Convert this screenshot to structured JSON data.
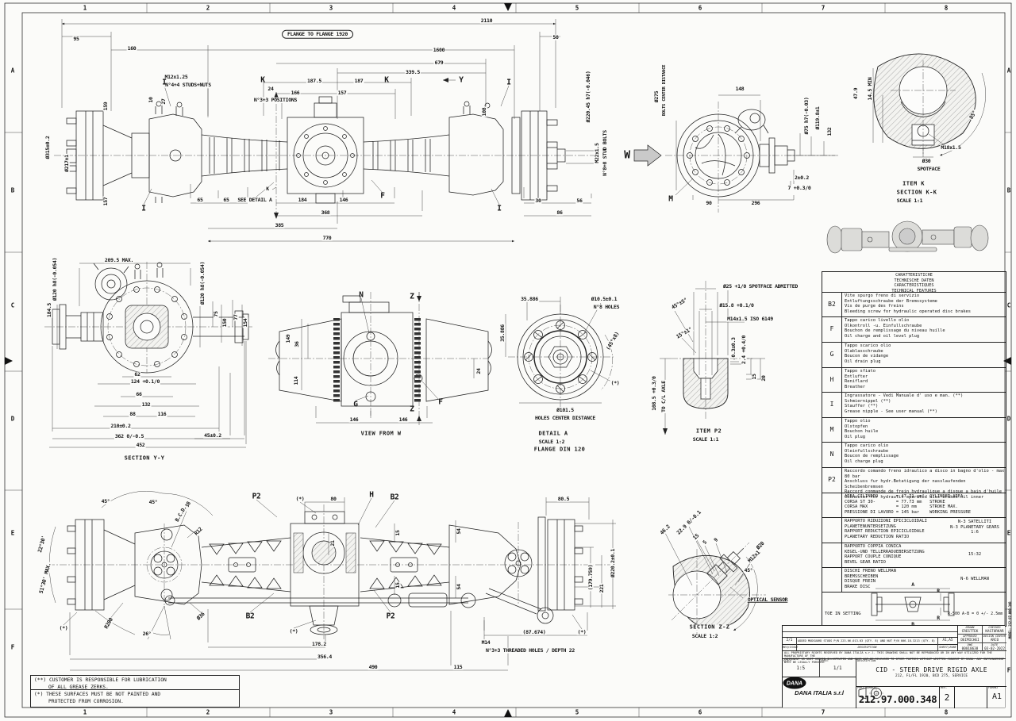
{
  "grid": {
    "cols": [
      "1",
      "2",
      "3",
      "4",
      "5",
      "6",
      "7",
      "8"
    ],
    "rows": [
      "A",
      "B",
      "C",
      "D",
      "E",
      "F"
    ]
  },
  "front": {
    "d2110": "2110",
    "flange_note": "FLANGE TO FLANGE 1920",
    "d95": "95",
    "d50": "50",
    "d160": "160",
    "d1600": "1600",
    "d679": "679",
    "d339_5": "339.5",
    "m12": "M12x1.25",
    "m12b": "N°4+4 STUDS+NUTS",
    "d187_5": "187.5",
    "d187": "187",
    "d166": "166",
    "d157": "157",
    "d24": "24",
    "pos33": "N°3+3 POSITIONS",
    "d10": "10",
    "d27": "27",
    "d159": "159",
    "dia315": "Ø315±0.2",
    "dia217": "Ø217±1",
    "d157b": "157",
    "k1": "K",
    "k2": "K",
    "k3": "K",
    "i1": "I",
    "i2": "I",
    "i3": "I",
    "i4": "I",
    "y1": "Y",
    "f1": "F",
    "d108": "108",
    "see_detail": "SEE DETAIL A",
    "d65a": "65",
    "d65b": "65",
    "d184": "184",
    "d146": "146",
    "d368": "368",
    "d385": "385",
    "d770": "770",
    "d30": "30",
    "d56": "56",
    "d86": "86",
    "dia220": "Ø220.45 h7(-0.046)",
    "m22": "M22x1.5",
    "m22b": "N°8+8 STUD BOLTS"
  },
  "wview": {
    "w": "W",
    "dia275": "Ø275",
    "bcd": "BOLTS CENTER DISTANCE",
    "d148": "148",
    "dia75": "Ø75 h7(-0.03)",
    "dia119": "Ø119.8±1",
    "d132": "132",
    "d2": "2±0.2",
    "d7": "7 +0.3/0",
    "m": "M",
    "d90": "90",
    "d296": "296"
  },
  "itemk": {
    "d47_9": "47.9",
    "d14_5": "14.5 MIN",
    "a85": "85°",
    "m18": "M18x1.5",
    "dia30": "Ø30",
    "spotface": "SPOTFACE",
    "title": "ITEM K",
    "section": "SECTION K-K",
    "scale": "SCALE 1:1"
  },
  "yy": {
    "d209": "209.5 MAX.",
    "dia120l": "Ø120 h8(-0.054)",
    "dia120r": "Ø120 h8(-0.054)",
    "d184_5": "184.5",
    "d75": "75",
    "d150": "150",
    "d77": "77",
    "d154": "154",
    "d62": "62",
    "d124": "124 +0.1/0",
    "d66": "66",
    "d132": "132",
    "d88": "88",
    "d116": "116",
    "d210": "210±0.2",
    "d362": "362 0/-0.5",
    "d45": "45±0.2",
    "d452": "452",
    "caption": "SECTION Y-Y"
  },
  "vfw": {
    "n": "N",
    "z1": "Z",
    "z2": "Z",
    "d149": "149",
    "d36": "36",
    "d114": "114",
    "d24": "24",
    "g": "G",
    "f": "F",
    "d146a": "146",
    "d146b": "146",
    "caption": "VIEW FROM W"
  },
  "da": {
    "d35a": "35.886",
    "dia10_5": "Ø10.5±0.1",
    "holes8": "N°8 HOLES",
    "d35b": "35.886",
    "a45x8": "(45°x8)",
    "star": "(*)",
    "dia101": "Ø101.5",
    "hcd": "HOLES CENTER DISTANCE",
    "title": "DETAIL A",
    "scale": "SCALE 1:2",
    "flange": "FLANGE DIN 120"
  },
  "p2i": {
    "spotface": "Ø25 +1/0 SPOTFACE ADMITTED",
    "a45": "45°±5°",
    "dia15_8": "Ø15.8 +0.1/0",
    "m14": "M14x1.5 ISO 6149",
    "a15": "15°±1°",
    "d03": "0.3±0.3",
    "d24": "2.4 +0.4/0",
    "d15": "15",
    "d20": "20",
    "d108": "108.5 +0.3/0",
    "tocl": "TO C/L AXLE",
    "title": "ITEM P2",
    "scale": "SCALE 1:1"
  },
  "plan": {
    "a45a": "45°",
    "a45b": "45°",
    "dia88": "Ø88",
    "bcd": "B.C.D.",
    "r12": "R12",
    "a2230": "22°30'",
    "a5130": "51°30' MAX.",
    "r200": "R200",
    "a26": "26°",
    "star1": "(*)",
    "dia36": "Ø36",
    "p2a": "P2",
    "b2a": "B2",
    "b2b": "B2",
    "p2b": "P2",
    "star2": "(*)",
    "d80": "80",
    "h": "H",
    "d21": "21",
    "d15a": "15",
    "d54a": "54",
    "d15b": "15",
    "d54b": "54",
    "star3": "(*)",
    "d178": "178.2",
    "d356": "356.4",
    "d490": "490",
    "d115": "115",
    "m14": "M14",
    "m14b": "N°3+3 THREADED HOLES / DEPTH 22",
    "d87": "(87.674)",
    "star4": "(*)",
    "d80_5": "80.5",
    "dia220": "Ø220.2±0.1",
    "d179": "(179.759)",
    "d221": "221"
  },
  "zz": {
    "d46": "46.2",
    "d22_9": "22.9 0/-0.1",
    "d15": "15",
    "d5": "5",
    "d9": "9",
    "dia20": "Ø20",
    "m12": "M12x1",
    "a45": "45°",
    "sensor": "OPTICAL SENSOR",
    "caption": "SECTION Z-Z",
    "scale": "SCALE 1:2"
  },
  "features": {
    "header": [
      "CARATTERISTICHE",
      "TECHNISCHE DATEN",
      "CARACTERISTIQUES",
      "TECHNICAL FEATURES"
    ],
    "rows": [
      {
        "code": "B2",
        "l1": "Vite spurgo freno di servizio",
        "l2": "Entluftungsschraube der Bremssysteme",
        "l3": "Vis de purge des freins",
        "l4": "Bleeding screw for hydraulic operated disc brakes"
      },
      {
        "code": "F",
        "l1": "Tappo carico livello olio",
        "l2": "Olkontroll -u. Einfullschraube",
        "l3": "Bouchon de remplissage du niveau huille",
        "l4": "Oil charge and oil level plug"
      },
      {
        "code": "G",
        "l1": "Tappo scarico olio",
        "l2": "Olablasschraube",
        "l3": "Boucon de vidange",
        "l4": "Oil drain plug"
      },
      {
        "code": "H",
        "l1": "Tappo sfiato",
        "l2": "Entlufter",
        "l3": "Reniflard",
        "l4": "Breather"
      },
      {
        "code": "I",
        "l1": "Ingrassatore - Vedi Manuale d' uso e man. (**)",
        "l2": "Schmiernippel (**)",
        "l3": "Stauffer (**)",
        "l4": "Grease nipple - See user manual (**)"
      },
      {
        "code": "M",
        "l1": "Tappo olio",
        "l2": "Olstopfen",
        "l3": "Bouchon huile",
        "l4": "Oil plug"
      },
      {
        "code": "N",
        "l1": "Tappo carico olio",
        "l2": "Oleinfullschraube",
        "l3": "Boucon de remplissage",
        "l4": "Oil charge plug"
      },
      {
        "code": "P2",
        "l1": "Raccordo comando freno idraulico a disco in bagno d'olio - max 80 bar",
        "l2": "Anschluss fur hydr.Betatigung der nasslaufenden Scheibenbremsen",
        "l3": "Raccord commande de frein hydraulique a disque a bain d'huile",
        "l4": "Connector for hydraulic operated disc brakes oil inner"
      }
    ],
    "cyl": [
      "AREA CILINDRO       = 47.71 cm²  CYLINDER AREA",
      "CORSA ST 30-        = 77.73 mm   STROKE",
      "CORSA MAX           = 120 mm     STROKE MAX.",
      "PRESSIONE DI LAVORO = 145 bar    WORKING PRESSURE"
    ],
    "planetary": {
      "l1": "RAPPORTO RIDUZIONI EPICICLOIDALI",
      "l2": "PLANETENUNTERSETZUNG",
      "l3": "RAPPORT REDUCTION EPICICLOIDALE",
      "l4": "PLANETARY REDUCTION RATIO",
      "v1": "N-3 SATELLITI",
      "v2": "N-3 PLANETARY GEARS",
      "v3": "1:6"
    },
    "bevel": {
      "l1": "RAPPORTO COPPIA CONICA",
      "l2": "KEGEL-UND TELLERRADUEBERSETZUNG",
      "l3": "RAPPORT COUPLE CONIQUE",
      "l4": "BEVEL GEAR RATIO",
      "v": "15:32"
    },
    "brake": {
      "l1": "DISCHI FRENO WELLMAN",
      "l2": "BREMSSCHEIBEN",
      "l3": "DISQUE FREIN",
      "l4": "BRAKE DISC",
      "v": "N-6 WELLMAN"
    },
    "toe": {
      "label": "TOE IN SETTING",
      "a": "A",
      "b": "B",
      "r1": "R",
      "r2": "R",
      "value": "R-500  A-B = 0 +/- 2.5mm"
    }
  },
  "notes": {
    "n1": "(**) CUSTOMER IS RESPONSIBLE FOR LUBRICATION",
    "n1b": "OF ALL GREASE ZERKS.",
    "n2": "(*) THESE SURFACES MUST BE NOT PAINTED AND",
    "n2b": "PROTECTED FROM CORROSION."
  },
  "tb": {
    "rev_row": {
      "rev": "2/1",
      "desc": "ADDED MUDGUARD STUDS P/N 223.06.013.03 (QTY. 8) AND NUT P/N 006.18.3213 (QTY. 8)",
      "zone": "A1,A5"
    },
    "rev_headers": {
      "rev": "REV/ISSUE",
      "desc": "DESCRIPTION",
      "zone": "SHEET/ZONE"
    },
    "people": {
      "drawn_l": "DRAWN",
      "checked_l": "CHECKED",
      "drawn": "CRESTTEK",
      "checked": "KASTURKAR",
      "approved_l": "APPROVED",
      "dc_l": "DESIGN CENTER",
      "approved": "DEIMICHEI",
      "dc": "ARCO",
      "dwg_l": "DWG",
      "date_l": "DATE",
      "dwg": "00010638",
      "date": "03-02-2022"
    },
    "prop1": "ALL PROPRIETARY RIGHTS RESERVED BY DANA ITALIA s.r.l. THIS DRAWING SHALL NOT BE REPRODUCED OR IN ANY WAY UTILIZED FOR THE MANUFACTURE OF THE",
    "prop2": "COMPONENT OR UNIT HEREIN ILLUSTRATED AND MUST NOT BE RELEASED TO OTHER PARTIES WITHOUT WRITTEN CONSENT BY DANA. ANY INFRINGEMENT WILL BE LEGALLY PURSUED.",
    "scale_l": "SCALE",
    "scale": "1:5",
    "sheet_l": "SHEET",
    "sheet": "1/1",
    "desc_l": "DESCRIPTION",
    "title": "CID - STEER DRIVE RIGID AXLE",
    "subtitle": "212, FL/FL 1920, BCD 275, SERVICE",
    "company": "DANA ITALIA s.r.l",
    "logo": "DANA",
    "pn_l": "PART NUMBER",
    "pn": "212.97.000.348",
    "rev_l": "REV.",
    "rev": "2",
    "format_l": "FORMAT",
    "format": "A1",
    "edge": "MODEL: 212-97-000-348"
  }
}
